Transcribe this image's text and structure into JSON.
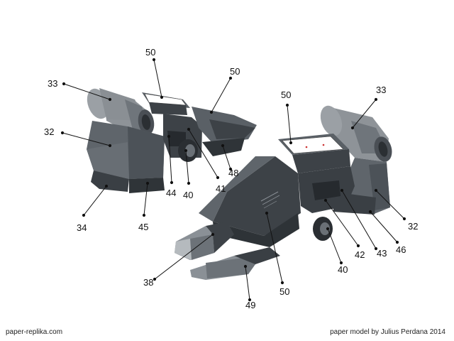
{
  "footer": {
    "left": "paper-replika.com",
    "right": "paper model by Julius Perdana 2014"
  },
  "callouts": {
    "left_top_50": "50",
    "left_right_50": "50",
    "left_33": "33",
    "left_32": "32",
    "left_34": "34",
    "left_45": "45",
    "left_44": "44",
    "left_40": "40",
    "left_41": "41",
    "left_48": "48",
    "right_top_50": "50",
    "right_33": "33",
    "right_32": "32",
    "right_46": "46",
    "right_43": "43",
    "right_42": "42",
    "right_40": "40",
    "right_bottom_50": "50",
    "right_38": "38",
    "right_49": "49"
  },
  "colors": {
    "body_dark": "#3d4247",
    "body_mid": "#5a6066",
    "body_light": "#8a9096",
    "top_face": "#6c7278",
    "white_panel": "#ffffff",
    "cylinder_dark": "#4a4f55",
    "cylinder_light": "#9ba0a5"
  }
}
